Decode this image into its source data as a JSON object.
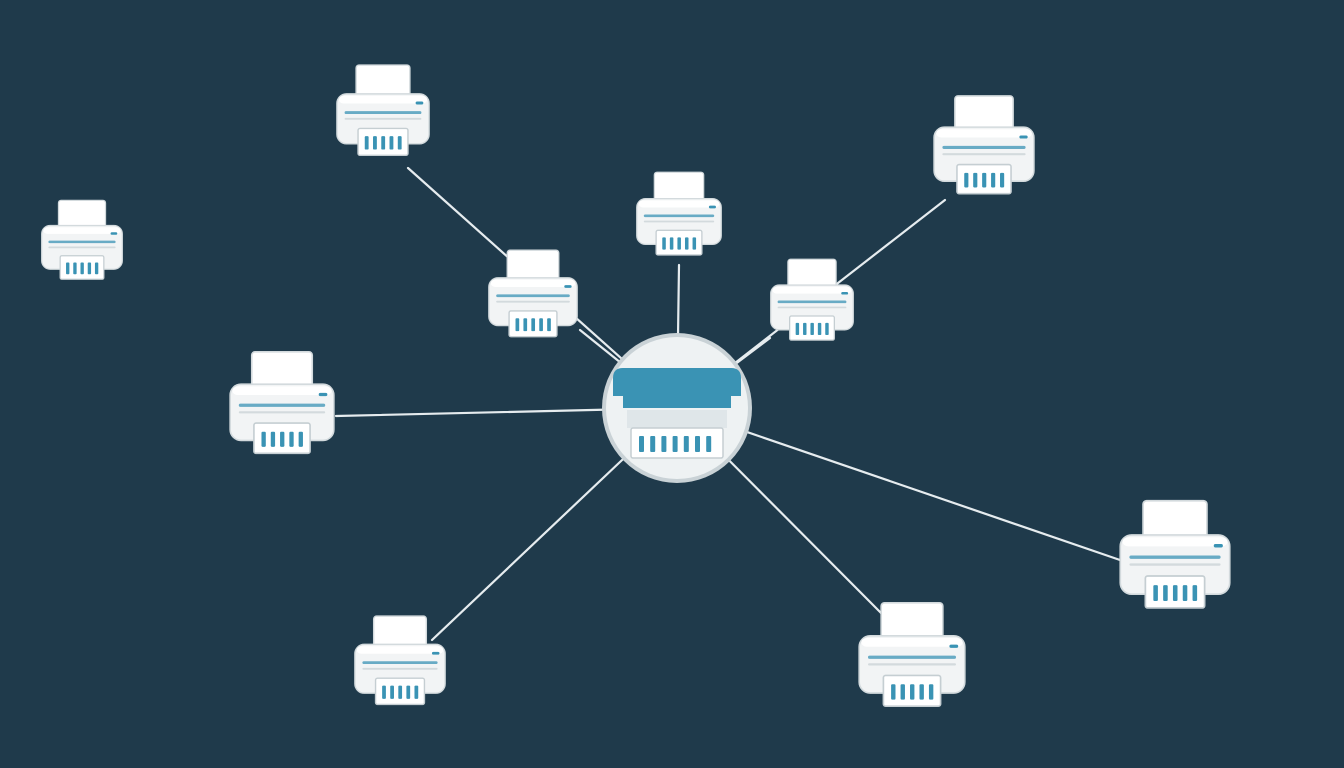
{
  "colors": {
    "background": "#1f3a4b",
    "link": "#e6ecef",
    "printer_body": "#f2f4f5",
    "printer_shade": "#d3dadd",
    "printer_tray": "#c5ced2",
    "accent": "#3a93b4",
    "hub_fill": "#eef2f3",
    "hub_ring": "#c9d2d6"
  },
  "icons": {
    "hub": "central-print-server-icon",
    "node": "printer-icon"
  },
  "network": {
    "hub": {
      "id": "hub"
    },
    "nodes": [
      {
        "id": "printer-top-left-far",
        "linked": true
      },
      {
        "id": "printer-top-left-near",
        "linked": true
      },
      {
        "id": "printer-top-center",
        "linked": true
      },
      {
        "id": "printer-top-right-near",
        "linked": true
      },
      {
        "id": "printer-top-right-far",
        "linked": true
      },
      {
        "id": "printer-left",
        "linked": true
      },
      {
        "id": "printer-bottom-left",
        "linked": true
      },
      {
        "id": "printer-bottom-center-right",
        "linked": true
      },
      {
        "id": "printer-right",
        "linked": true
      },
      {
        "id": "printer-isolated",
        "linked": false
      }
    ]
  }
}
